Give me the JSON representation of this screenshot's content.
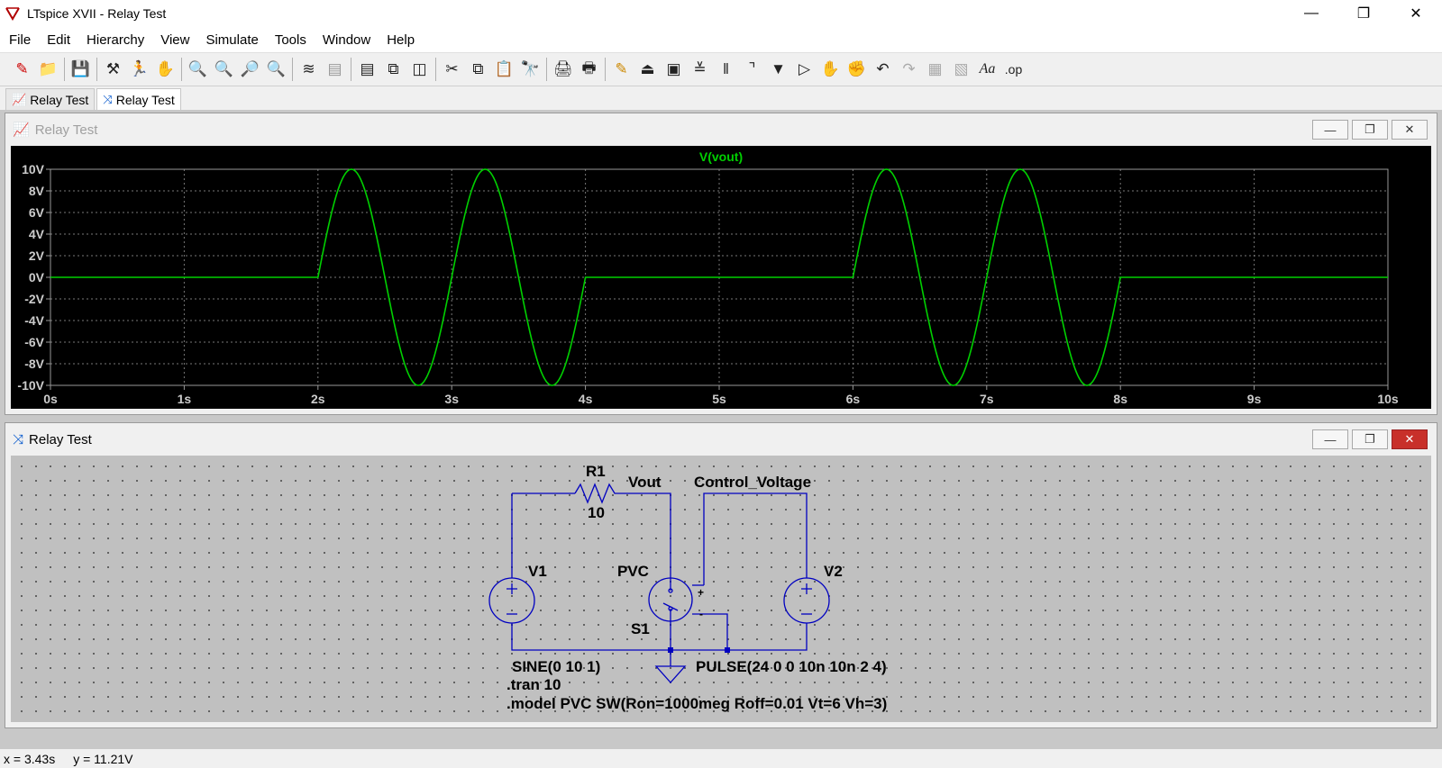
{
  "window": {
    "title": "LTspice XVII - Relay Test"
  },
  "menu": [
    "File",
    "Edit",
    "Hierarchy",
    "View",
    "Simulate",
    "Tools",
    "Window",
    "Help"
  ],
  "toolbar": {
    "buttons": [
      "new-schematic-icon",
      "open-folder-icon",
      "save-icon",
      "control-panel-icon",
      "run-icon",
      "halt-icon",
      "zoom-in-icon",
      "zoom-pan-icon",
      "zoom-out-icon",
      "zoom-fit-icon",
      "autorange-icon",
      "clear-icon",
      "tile-horizontal-icon",
      "cascade-icon",
      "tile-vertical-icon",
      "cut-icon",
      "copy-icon",
      "paste-icon",
      "find-icon",
      "print-icon",
      "print-setup-icon",
      "wire-icon",
      "ground-icon",
      "label-net-icon",
      "resistor-icon",
      "capacitor-icon",
      "inductor-icon",
      "diode-icon",
      "component-icon",
      "move-icon",
      "drag-icon",
      "undo-icon",
      "redo-icon",
      "rotate-icon",
      "mirror-icon",
      "text-icon",
      "spice-directive-icon"
    ],
    "text_buttons": {
      "text": "Aa",
      "spice_directive": ".op"
    }
  },
  "tabs": [
    {
      "label": "Relay Test",
      "icon": "waveform-icon",
      "active": false
    },
    {
      "label": "Relay Test",
      "icon": "schematic-icon",
      "active": true
    }
  ],
  "waveform_window": {
    "title": "Relay Test",
    "active": false
  },
  "schematic_window": {
    "title": "Relay Test",
    "active": true
  },
  "chart_data": {
    "type": "line",
    "title": "V(vout)",
    "xlim": [
      0,
      10
    ],
    "ylim": [
      -10,
      10
    ],
    "x_ticks": [
      "0s",
      "1s",
      "2s",
      "3s",
      "4s",
      "5s",
      "6s",
      "7s",
      "8s",
      "9s",
      "10s"
    ],
    "y_ticks": [
      "10V",
      "8V",
      "6V",
      "4V",
      "2V",
      "0V",
      "-2V",
      "-4V",
      "-6V",
      "-8V",
      "-10V"
    ],
    "grid": true,
    "series": [
      {
        "name": "V(vout)",
        "color": "#00d000",
        "function": "10*sin(2*pi*x) when 2<=x<4 or 6<=x<8, else 0",
        "segments": [
          {
            "x_start": 0,
            "x_end": 2,
            "amplitude": 0
          },
          {
            "x_start": 2,
            "x_end": 4,
            "amplitude": 10,
            "frequency": 1
          },
          {
            "x_start": 4,
            "x_end": 6,
            "amplitude": 0
          },
          {
            "x_start": 6,
            "x_end": 8,
            "amplitude": 10,
            "frequency": 1
          },
          {
            "x_start": 8,
            "x_end": 10,
            "amplitude": 0
          }
        ]
      }
    ]
  },
  "schematic": {
    "components": {
      "R1": {
        "name": "R1",
        "value": "10"
      },
      "V1": {
        "name": "V1",
        "value": "SINE(0 10 1)"
      },
      "V2": {
        "name": "V2",
        "value": "PULSE(24 0 0 10n 10n 2 4)"
      },
      "S1": {
        "name": "S1",
        "model": "PVC",
        "plus": "+",
        "minus": "-"
      }
    },
    "nets": {
      "vout": "Vout",
      "control": "Control_Voltage"
    },
    "directives": [
      ".tran 10",
      ".model PVC SW(Ron=1000meg Roff=0.01 Vt=6 Vh=3)"
    ],
    "colors": {
      "wire": "#0000c0",
      "background": "#c0c0c0"
    }
  },
  "status": {
    "x": "x = 3.43s",
    "y": "y = 11.21V"
  }
}
